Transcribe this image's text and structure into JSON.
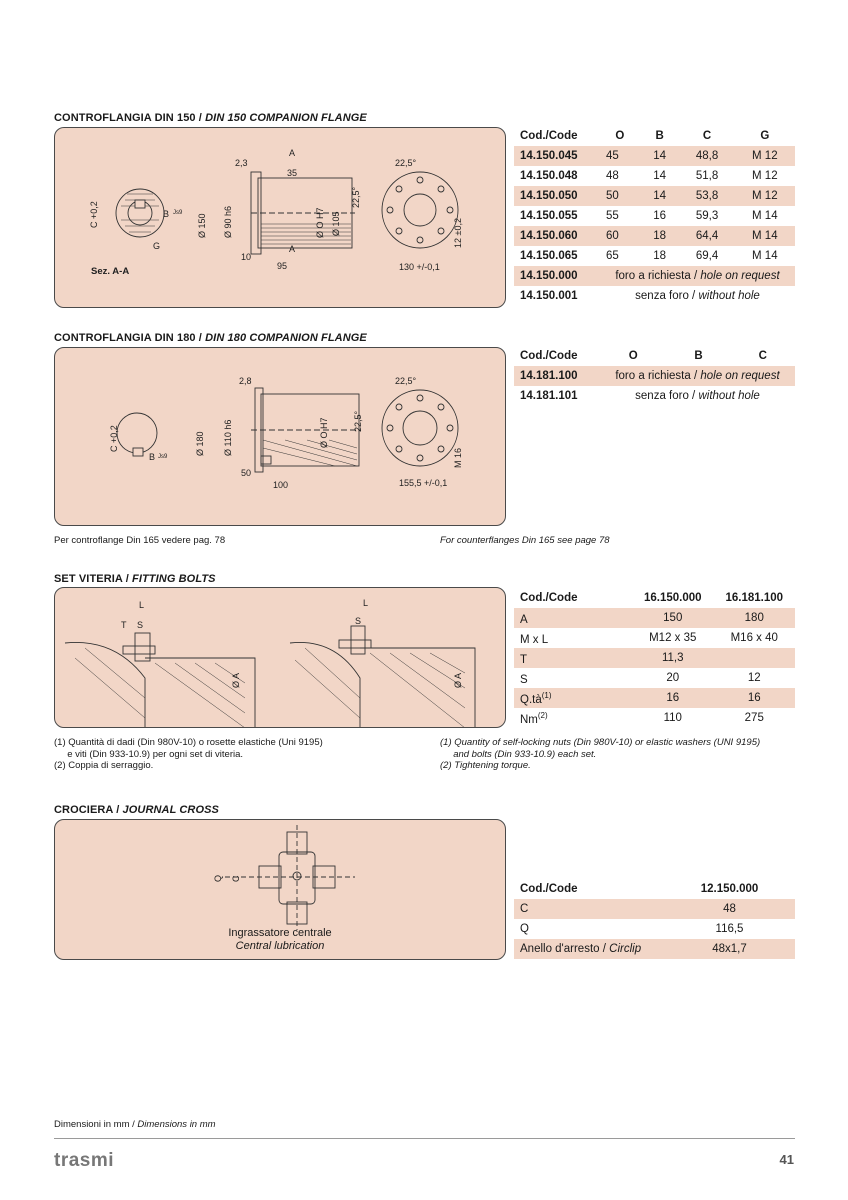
{
  "sections": {
    "companion150": {
      "title_a": "CONTROFLANGIA DIN 150 / ",
      "title_b": "DIN 150 COMPANION FLANGE",
      "section_label": "Sez. A-A",
      "table": {
        "headers": [
          "Cod./Code",
          "O",
          "B",
          "C",
          "G"
        ],
        "rows": [
          [
            "14.150.045",
            "45",
            "14",
            "48,8",
            "M 12"
          ],
          [
            "14.150.048",
            "48",
            "14",
            "51,8",
            "M 12"
          ],
          [
            "14.150.050",
            "50",
            "14",
            "53,8",
            "M 12"
          ],
          [
            "14.150.055",
            "55",
            "16",
            "59,3",
            "M 14"
          ],
          [
            "14.150.060",
            "60",
            "18",
            "64,4",
            "M 14"
          ],
          [
            "14.150.065",
            "65",
            "18",
            "69,4",
            "M 14"
          ]
        ],
        "span_rows": [
          {
            "code": "14.150.000",
            "text_a": "foro a richiesta / ",
            "text_b": "hole on request"
          },
          {
            "code": "14.150.001",
            "text_a": "senza foro / ",
            "text_b": "without hole"
          }
        ]
      }
    },
    "companion180": {
      "title_a": "CONTROFLANGIA DIN 180 / ",
      "title_b": "DIN 180 COMPANION FLANGE",
      "table": {
        "headers": [
          "Cod./Code",
          "O",
          "B",
          "C"
        ],
        "span_rows": [
          {
            "code": "14.181.100",
            "text_a": "foro a richiesta / ",
            "text_b": "hole on request"
          },
          {
            "code": "14.181.101",
            "text_a": "senza foro / ",
            "text_b": "without hole"
          }
        ]
      },
      "note_it": "Per controflange Din 165 vedere pag. 78",
      "note_en": "For counterflanges Din 165 see page 78"
    },
    "bolts": {
      "title_a": "SET VITERIA / ",
      "title_b": "FITTING BOLTS",
      "table": {
        "headers": [
          "Cod./Code",
          "16.150.000",
          "16.181.100"
        ],
        "rows": [
          {
            "label": "A",
            "sup": "",
            "v1": "150",
            "v2": "180"
          },
          {
            "label": "M x L",
            "sup": "",
            "v1": "M12 x 35",
            "v2": "M16 x 40"
          },
          {
            "label": "T",
            "sup": "",
            "v1": "11,3",
            "v2": ""
          },
          {
            "label": "S",
            "sup": "",
            "v1": "20",
            "v2": "12"
          },
          {
            "label": "Q.tà",
            "sup": "(1)",
            "v1": "16",
            "v2": "16"
          },
          {
            "label": "Nm",
            "sup": "(2)",
            "v1": "110",
            "v2": "275"
          }
        ]
      },
      "notes_it": [
        "(1) Quantità di dadi (Din 980V-10) o rosette elastiche (Uni 9195)",
        "     e viti (Din 933-10.9) per ogni set di viteria.",
        "(2) Coppia di serraggio."
      ],
      "notes_en": [
        "(1) Quantity of self-locking nuts (Din 980V-10) or elastic washers (UNI 9195)",
        "     and bolts (Din 933-10.9) each set.",
        "(2) Tightening torque."
      ]
    },
    "cross": {
      "title_a": "CROCIERA / ",
      "title_b": "JOURNAL CROSS",
      "caption_it": "Ingrassatore centrale",
      "caption_en": "Central lubrication",
      "table": {
        "headers": [
          "Cod./Code",
          "12.150.000"
        ],
        "rows": [
          {
            "label_a": "C",
            "label_b": "",
            "value": "48"
          },
          {
            "label_a": "Q",
            "label_b": "",
            "value": "116,5"
          },
          {
            "label_a": "Anello d'arresto / ",
            "label_b": "Circlip",
            "value": "48x1,7"
          }
        ]
      }
    }
  },
  "footer": {
    "dimensions_a": "Dimensioni in mm / ",
    "dimensions_b": "Dimensions in mm",
    "logo": "trasmi",
    "page": "41"
  },
  "colors": {
    "panel": "#f2d6c7",
    "rule": "#9a9a9a"
  }
}
